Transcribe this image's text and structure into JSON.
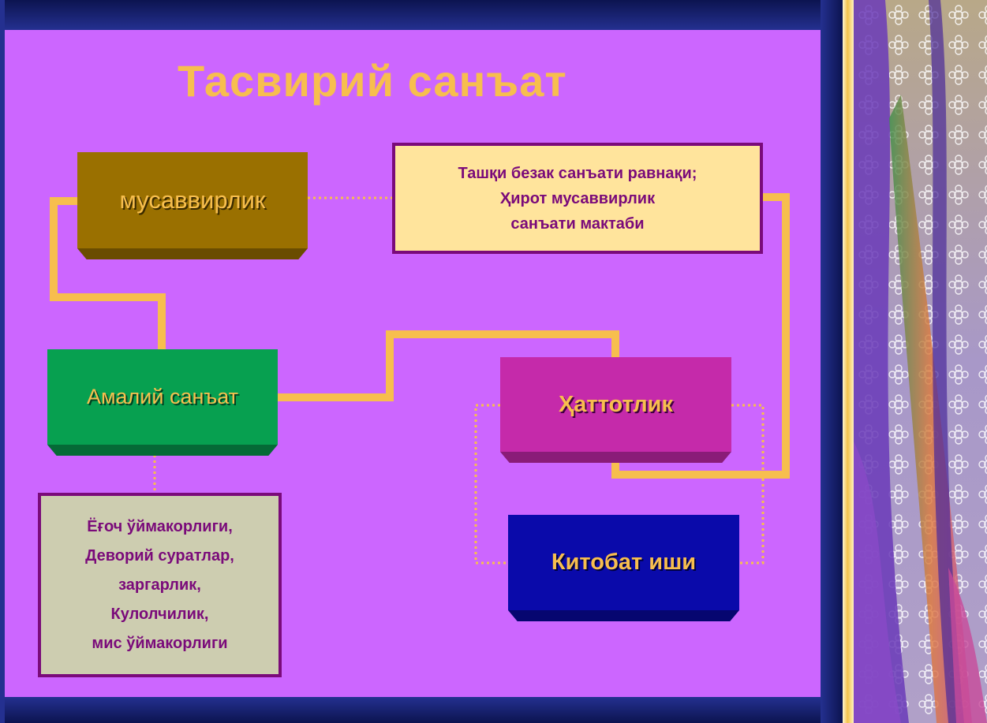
{
  "slide": {
    "title": "Тасвирий санъат"
  },
  "nodes": {
    "musavvirlik": {
      "label": "мусаввирлик"
    },
    "amaliy": {
      "label": "Амалий санъат"
    },
    "hattotlik": {
      "label": "Ҳаттотлик"
    },
    "kitobat": {
      "label": "Китобат иши"
    }
  },
  "notes": {
    "herat": [
      "Ташқи безак санъати равнақи;",
      "Ҳирот мусаввирлик",
      "санъати мактаби"
    ],
    "applied": [
      "Ёғоч ўймакорлиги,",
      "Деворий суратлар,",
      "заргарлик,",
      "Кулолчилик,",
      "мис ўймакорлиги"
    ]
  },
  "colors": {
    "background": "#cc66ff",
    "frame": "#1c2470",
    "title": "#f7be4e",
    "connector": "#f7be4e",
    "musavvirlik": "#9a7000",
    "amaliy": "#07a050",
    "hattotlik": "#c52aaa",
    "kitobat": "#0a0aaa",
    "note_herat_fill": "#ffe49c",
    "note_applied_fill": "#cdcdb0",
    "note_border": "#7a0a7a",
    "note_text": "#7a0a7a"
  }
}
